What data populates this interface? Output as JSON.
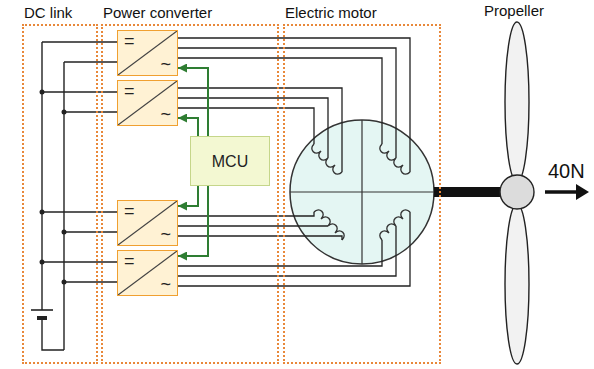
{
  "diagram": {
    "nodes": [
      {
        "text": [
          "DC link"
        ]
      },
      {
        "text": [
          "Power converter"
        ]
      },
      {
        "text": [
          "=",
          "~"
        ],
        "in": 1
      },
      {
        "text": [
          "=",
          "~"
        ],
        "in": 1
      },
      {
        "text": [
          "MCU"
        ],
        "in": 1
      },
      {
        "text": [
          "=",
          "~"
        ],
        "in": 1
      },
      {
        "text": [
          "=",
          "~"
        ],
        "in": 1
      },
      {
        "text": [
          "Electric motor"
        ]
      }
    ],
    "edges": [
      {
        "from": 4,
        "to": 2,
        "arrow": "to"
      },
      {
        "from": 4,
        "to": 3,
        "arrow": "to"
      },
      {
        "from": 4,
        "to": 5,
        "arrow": "to"
      },
      {
        "from": 4,
        "to": 6,
        "arrow": "to"
      }
    ],
    "labels": [
      "Propeller",
      "40N"
    ]
  }
}
